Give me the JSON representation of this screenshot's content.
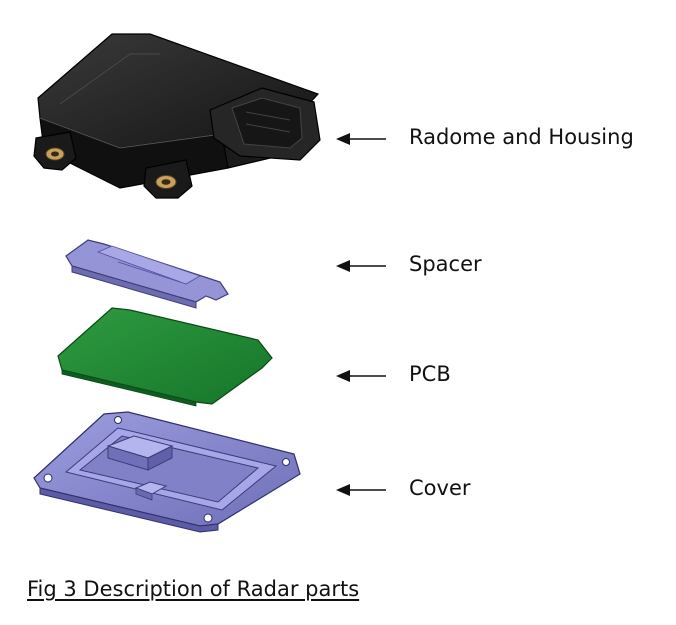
{
  "diagram": {
    "parts": [
      {
        "id": "housing",
        "label": "Radome and Housing",
        "color": "#1e1e1e"
      },
      {
        "id": "spacer",
        "label": "Spacer",
        "color": "#8e8ed0"
      },
      {
        "id": "pcb",
        "label": "PCB",
        "color": "#1f8a32"
      },
      {
        "id": "cover",
        "label": "Cover",
        "color": "#8e8ed0"
      }
    ],
    "caption": "Fig 3  Description of Radar parts"
  }
}
